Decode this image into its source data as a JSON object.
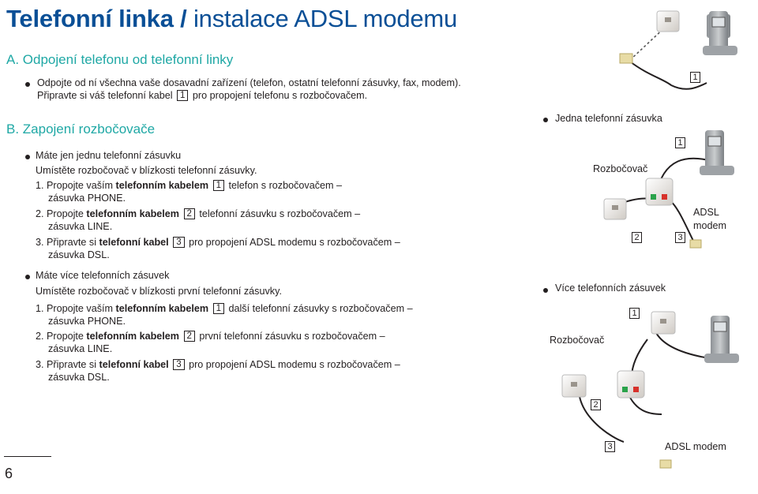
{
  "header": {
    "title_bold": "Telefonní linka /",
    "title_light": " instalace ADSL modemu"
  },
  "section_a": {
    "heading": "A. Odpojení telefonu od telefonní linky",
    "line1": "Odpojte od ní všechna vaše dosavadní zařízení (telefon, ostatní telefonní zásuvky, fax, modem).",
    "line2_pre": "Připravte si váš telefonní kabel",
    "line2_box": "1",
    "line2_post": "pro propojení telefonu s rozbočovačem."
  },
  "section_b": {
    "heading": "B. Zapojení rozbočovače",
    "single": {
      "title": "Máte jen jednu telefonní zásuvku",
      "intro": "Umístěte rozbočovač v blízkosti telefonní zásuvky.",
      "s1_pre": "1. Propojte vaším ",
      "s1_bold": "telefonním kabelem",
      "s1_box": "1",
      "s1_post": "telefon s rozbočovačem –",
      "s1_cont": "zásuvka PHONE.",
      "s2_pre": "2. Propojte ",
      "s2_bold": "telefonním kabelem",
      "s2_box": "2",
      "s2_post": "telefonní zásuvku s rozbočovačem –",
      "s2_cont": "zásuvka LINE.",
      "s3_pre": "3. Připravte si ",
      "s3_bold": "telefonní kabel",
      "s3_box": "3",
      "s3_post": "pro propojení ADSL modemu s rozbočovačem –",
      "s3_cont": "zásuvka DSL."
    },
    "multi": {
      "title": "Máte více telefonních zásuvek",
      "intro": "Umístěte rozbočovač v blízkosti první telefonní zásuvky.",
      "s1_pre": "1. Propojte vaším ",
      "s1_bold": "telefonním kabelem",
      "s1_box": "1",
      "s1_post": "další telefonní zásuvky s rozbočovačem –",
      "s1_cont": "zásuvka PHONE.",
      "s2_pre": "2. Propojte ",
      "s2_bold": "telefonním kabelem",
      "s2_box": "2",
      "s2_post": "první telefonní zásuvku s rozbočovačem –",
      "s2_cont": "zásuvka LINE.",
      "s3_pre": "3. Připravte si ",
      "s3_bold": "telefonní kabel",
      "s3_box": "3",
      "s3_post": "pro propojení ADSL modemu s rozbočovačem –",
      "s3_cont": "zásuvka DSL."
    }
  },
  "diagrams": {
    "d1_box1": "1",
    "d2_title": "Jedna telefonní zásuvka",
    "d2_splitter": "Rozbočovač",
    "d2_box1": "1",
    "d2_box2": "2",
    "d2_box3": "3",
    "d2_adsl1": "ADSL",
    "d2_adsl2": "modem",
    "d3_title": "Více telefonních zásuvek",
    "d3_splitter": "Rozbočovač",
    "d3_box1": "1",
    "d3_box2": "2",
    "d3_box3": "3",
    "d3_adsl": "ADSL modem"
  },
  "footer": {
    "page_number": "6"
  }
}
